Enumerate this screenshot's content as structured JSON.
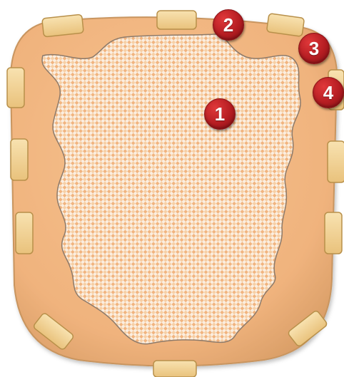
{
  "colors": {
    "pad": "#f2b885",
    "pad_edge": "#c9955f",
    "pattern_base": "#fbeee0",
    "pattern_dot": "#f0b27e",
    "tab_fill": "#f4d59a",
    "tab_stroke": "#b8904a",
    "marker": "#c0262b",
    "marker_text": "#ffffff"
  },
  "markers": [
    {
      "id": "1",
      "label": "1"
    },
    {
      "id": "2",
      "label": "2"
    },
    {
      "id": "3",
      "label": "3"
    },
    {
      "id": "4",
      "label": "4"
    }
  ]
}
